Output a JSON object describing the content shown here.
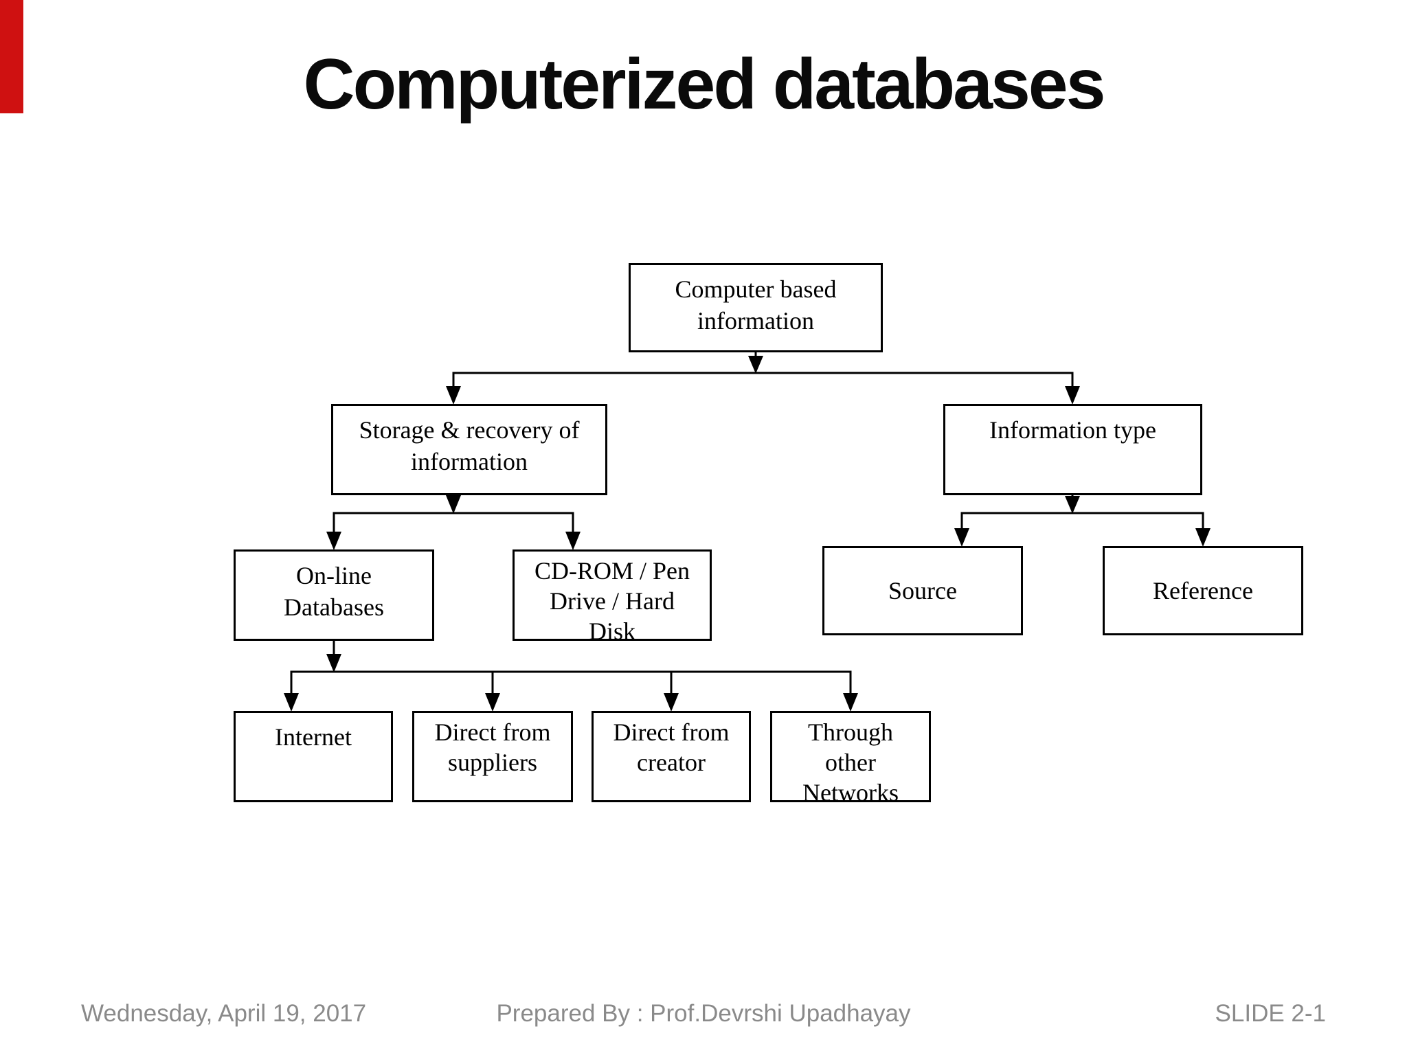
{
  "accent_color": "#cf1111",
  "title": "Computerized databases",
  "diagram": {
    "nodes": [
      {
        "id": "computer-based-information",
        "label": "Computer based\ninformation"
      },
      {
        "id": "storage-recovery-of-information",
        "label": "Storage & recovery of\ninformation"
      },
      {
        "id": "information-type",
        "label": "Information type"
      },
      {
        "id": "online-databases",
        "label": "On-line\nDatabases"
      },
      {
        "id": "cdrom-pendrive-harddisk",
        "label": "CD-ROM / Pen\nDrive / Hard\nDisk"
      },
      {
        "id": "source",
        "label": "Source"
      },
      {
        "id": "reference",
        "label": "Reference"
      },
      {
        "id": "internet",
        "label": "Internet"
      },
      {
        "id": "direct-from-suppliers",
        "label": "Direct from\nsuppliers"
      },
      {
        "id": "direct-from-creator",
        "label": "Direct from\ncreator"
      },
      {
        "id": "through-other-networks",
        "label": "Through\nother\nNetworks"
      }
    ],
    "edges": [
      {
        "from": "computer-based-information",
        "to": "storage-recovery-of-information"
      },
      {
        "from": "computer-based-information",
        "to": "information-type"
      },
      {
        "from": "storage-recovery-of-information",
        "to": "online-databases"
      },
      {
        "from": "storage-recovery-of-information",
        "to": "cdrom-pendrive-harddisk"
      },
      {
        "from": "information-type",
        "to": "source"
      },
      {
        "from": "information-type",
        "to": "reference"
      },
      {
        "from": "online-databases",
        "to": "internet"
      },
      {
        "from": "online-databases",
        "to": "direct-from-suppliers"
      },
      {
        "from": "online-databases",
        "to": "direct-from-creator"
      },
      {
        "from": "online-databases",
        "to": "through-other-networks"
      }
    ]
  },
  "footer": {
    "date": "Wednesday, April 19, 2017",
    "prepared_by": "Prepared By : Prof.Devrshi Upadhayay",
    "slide_number": "SLIDE 2-1"
  }
}
